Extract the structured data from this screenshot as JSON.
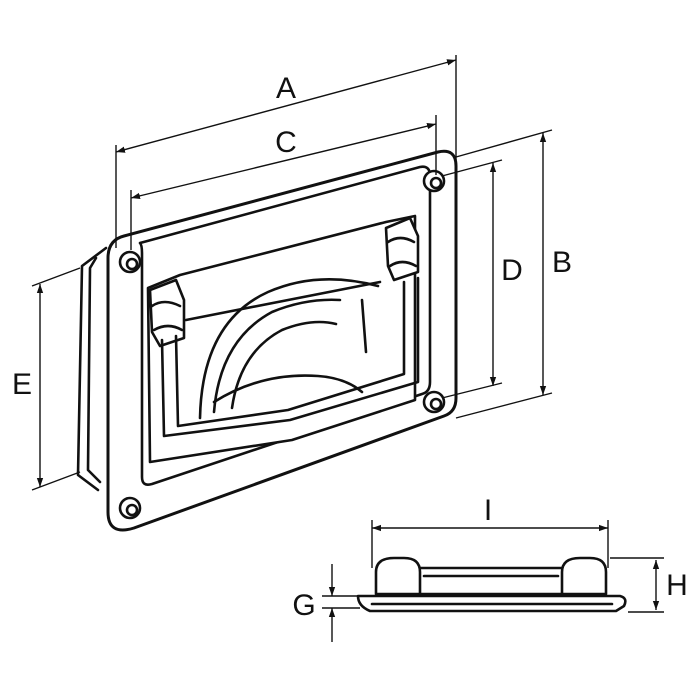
{
  "colors": {
    "line": "#111111",
    "background": "#ffffff"
  },
  "dimensions": {
    "A": "A",
    "B": "B",
    "C": "C",
    "D": "D",
    "E": "E",
    "G": "G",
    "H": "H",
    "I": "I"
  }
}
